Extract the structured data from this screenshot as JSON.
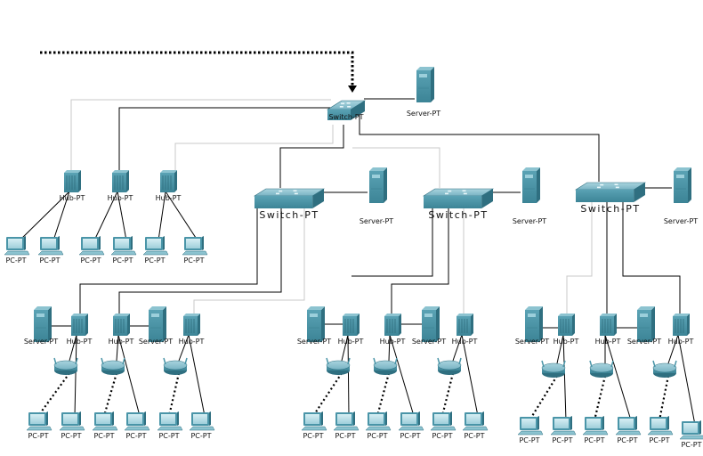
{
  "diagram": {
    "title": "",
    "colors": {
      "device_main": "#4a95a8",
      "device_light": "#8cc3d0",
      "device_dark": "#2f6f80",
      "link_dark": "#000000",
      "link_light": "#c8c8c8"
    },
    "nodes": [
      {
        "id": "sw-core",
        "type": "switch",
        "label": "Switch-PT"
      },
      {
        "id": "srv-core",
        "type": "server",
        "label": "Server-PT"
      },
      {
        "id": "hub-t1",
        "type": "hub",
        "label": "Hub-PT"
      },
      {
        "id": "hub-t2",
        "type": "hub",
        "label": "Hub-PT"
      },
      {
        "id": "hub-t3",
        "type": "hub",
        "label": "Hub-PT"
      },
      {
        "id": "pc-t1",
        "type": "pc",
        "label": "PC-PT"
      },
      {
        "id": "pc-t2",
        "type": "pc",
        "label": "PC-PT"
      },
      {
        "id": "pc-t3",
        "type": "pc",
        "label": "PC-PT"
      },
      {
        "id": "pc-t4",
        "type": "pc",
        "label": "PC-PT"
      },
      {
        "id": "pc-t5",
        "type": "pc",
        "label": "PC-PT"
      },
      {
        "id": "pc-t6",
        "type": "pc",
        "label": "PC-PT"
      },
      {
        "id": "sw-a",
        "type": "switch",
        "label": "Switch-PT"
      },
      {
        "id": "srv-a",
        "type": "server",
        "label": "Server-PT"
      },
      {
        "id": "sw-b",
        "type": "switch",
        "label": "Switch-PT"
      },
      {
        "id": "srv-b",
        "type": "server",
        "label": "Server-PT"
      },
      {
        "id": "sw-c",
        "type": "switch",
        "label": "Switch-PT"
      },
      {
        "id": "srv-c",
        "type": "server",
        "label": "Server-PT"
      },
      {
        "id": "srv-a1",
        "type": "server",
        "label": "Server-PT"
      },
      {
        "id": "hub-a1",
        "type": "hub",
        "label": "Hub-PT"
      },
      {
        "id": "hub-a2",
        "type": "hub",
        "label": "Hub-PT"
      },
      {
        "id": "srv-a2",
        "type": "server",
        "label": "Server-PT"
      },
      {
        "id": "hub-a3",
        "type": "hub",
        "label": "Hub-PT"
      },
      {
        "id": "ap-a1",
        "type": "router",
        "label": ""
      },
      {
        "id": "ap-a2",
        "type": "router",
        "label": ""
      },
      {
        "id": "ap-a3",
        "type": "router",
        "label": ""
      },
      {
        "id": "pc-a1",
        "type": "pc",
        "label": "PC-PT"
      },
      {
        "id": "pc-a2",
        "type": "pc",
        "label": "PC-PT"
      },
      {
        "id": "pc-a3",
        "type": "pc",
        "label": "PC-PT"
      },
      {
        "id": "pc-a4",
        "type": "pc",
        "label": "PC-PT"
      },
      {
        "id": "pc-a5",
        "type": "pc",
        "label": "PC-PT"
      },
      {
        "id": "pc-a6",
        "type": "pc",
        "label": "PC-PT"
      },
      {
        "id": "srv-b1",
        "type": "server",
        "label": "Server-PT"
      },
      {
        "id": "hub-b1",
        "type": "hub",
        "label": "Hub-PT"
      },
      {
        "id": "hub-b2",
        "type": "hub",
        "label": "Hub-PT"
      },
      {
        "id": "srv-b2",
        "type": "server",
        "label": "Server-PT"
      },
      {
        "id": "hub-b3",
        "type": "hub",
        "label": "Hub-PT"
      },
      {
        "id": "ap-b1",
        "type": "router",
        "label": ""
      },
      {
        "id": "ap-b2",
        "type": "router",
        "label": ""
      },
      {
        "id": "ap-b3",
        "type": "router",
        "label": ""
      },
      {
        "id": "pc-b1",
        "type": "pc",
        "label": "PC-PT"
      },
      {
        "id": "pc-b2",
        "type": "pc",
        "label": "PC-PT"
      },
      {
        "id": "pc-b3",
        "type": "pc",
        "label": "PC-PT"
      },
      {
        "id": "pc-b4",
        "type": "pc",
        "label": "PC-PT"
      },
      {
        "id": "pc-b5",
        "type": "pc",
        "label": "PC-PT"
      },
      {
        "id": "pc-b6",
        "type": "pc",
        "label": "PC-PT"
      },
      {
        "id": "srv-c1",
        "type": "server",
        "label": "Server-PT"
      },
      {
        "id": "hub-c1",
        "type": "hub",
        "label": "Hub-PT"
      },
      {
        "id": "hub-c2",
        "type": "hub",
        "label": "Hub-PT"
      },
      {
        "id": "srv-c2",
        "type": "server",
        "label": "Server-PT"
      },
      {
        "id": "hub-c3",
        "type": "hub",
        "label": "Hub-PT"
      },
      {
        "id": "ap-c1",
        "type": "router",
        "label": ""
      },
      {
        "id": "ap-c2",
        "type": "router",
        "label": ""
      },
      {
        "id": "ap-c3",
        "type": "router",
        "label": ""
      },
      {
        "id": "pc-c1",
        "type": "pc",
        "label": "PC-PT"
      },
      {
        "id": "pc-c2",
        "type": "pc",
        "label": "PC-PT"
      },
      {
        "id": "pc-c3",
        "type": "pc",
        "label": "PC-PT"
      },
      {
        "id": "pc-c4",
        "type": "pc",
        "label": "PC-PT"
      },
      {
        "id": "pc-c5",
        "type": "pc",
        "label": "PC-PT"
      },
      {
        "id": "pc-c6",
        "type": "pc",
        "label": "PC-PT"
      }
    ],
    "links": [
      {
        "from": "external",
        "to": "sw-core",
        "style": "dotted-arrow"
      },
      {
        "from": "sw-core",
        "to": "srv-core",
        "style": "solid"
      },
      {
        "from": "sw-core",
        "to": "hub-t1",
        "style": "solid"
      },
      {
        "from": "sw-core",
        "to": "hub-t2",
        "style": "solid"
      },
      {
        "from": "sw-core",
        "to": "hub-t3",
        "style": "solid"
      },
      {
        "from": "sw-core",
        "to": "sw-a",
        "style": "solid"
      },
      {
        "from": "sw-core",
        "to": "sw-b",
        "style": "solid"
      },
      {
        "from": "sw-core",
        "to": "sw-c",
        "style": "solid"
      },
      {
        "from": "hub-t1",
        "to": "pc-t1",
        "style": "solid"
      },
      {
        "from": "hub-t1",
        "to": "pc-t2",
        "style": "solid"
      },
      {
        "from": "hub-t2",
        "to": "pc-t3",
        "style": "solid"
      },
      {
        "from": "hub-t2",
        "to": "pc-t4",
        "style": "solid"
      },
      {
        "from": "hub-t3",
        "to": "pc-t5",
        "style": "solid"
      },
      {
        "from": "hub-t3",
        "to": "pc-t6",
        "style": "solid"
      },
      {
        "from": "sw-a",
        "to": "srv-a",
        "style": "solid"
      },
      {
        "from": "sw-b",
        "to": "srv-b",
        "style": "solid"
      },
      {
        "from": "sw-c",
        "to": "srv-c",
        "style": "solid"
      },
      {
        "from": "sw-a",
        "to": "hub-a1",
        "style": "solid"
      },
      {
        "from": "sw-a",
        "to": "hub-a2",
        "style": "solid"
      },
      {
        "from": "sw-a",
        "to": "hub-a3",
        "style": "solid"
      },
      {
        "from": "sw-b",
        "to": "hub-b1",
        "style": "solid"
      },
      {
        "from": "sw-b",
        "to": "hub-b2",
        "style": "solid"
      },
      {
        "from": "sw-b",
        "to": "hub-b3",
        "style": "solid"
      },
      {
        "from": "sw-c",
        "to": "hub-c1",
        "style": "solid"
      },
      {
        "from": "sw-c",
        "to": "hub-c2",
        "style": "solid"
      },
      {
        "from": "sw-c",
        "to": "hub-c3",
        "style": "solid"
      },
      {
        "from": "srv-a1",
        "to": "hub-a1",
        "style": "solid"
      },
      {
        "from": "hub-a2",
        "to": "srv-a2",
        "style": "solid"
      },
      {
        "from": "srv-b1",
        "to": "hub-b1",
        "style": "solid"
      },
      {
        "from": "hub-b2",
        "to": "srv-b2",
        "style": "solid"
      },
      {
        "from": "srv-c1",
        "to": "hub-c1",
        "style": "solid"
      },
      {
        "from": "hub-c2",
        "to": "srv-c2",
        "style": "solid"
      },
      {
        "from": "hub-a1",
        "to": "ap-a1",
        "style": "solid"
      },
      {
        "from": "hub-a2",
        "to": "ap-a2",
        "style": "solid"
      },
      {
        "from": "hub-a3",
        "to": "ap-a3",
        "style": "solid"
      },
      {
        "from": "hub-b1",
        "to": "ap-b1",
        "style": "solid"
      },
      {
        "from": "hub-b2",
        "to": "ap-b2",
        "style": "solid"
      },
      {
        "from": "hub-b3",
        "to": "ap-b3",
        "style": "solid"
      },
      {
        "from": "hub-c1",
        "to": "ap-c1",
        "style": "solid"
      },
      {
        "from": "hub-c2",
        "to": "ap-c2",
        "style": "solid"
      },
      {
        "from": "hub-c3",
        "to": "ap-c3",
        "style": "solid"
      },
      {
        "from": "ap-a1",
        "to": "pc-a1",
        "style": "wireless"
      },
      {
        "from": "ap-a2",
        "to": "pc-a3",
        "style": "wireless"
      },
      {
        "from": "ap-a3",
        "to": "pc-a5",
        "style": "wireless"
      },
      {
        "from": "ap-b1",
        "to": "pc-b1",
        "style": "wireless"
      },
      {
        "from": "ap-b2",
        "to": "pc-b3",
        "style": "wireless"
      },
      {
        "from": "ap-b3",
        "to": "pc-b5",
        "style": "wireless"
      },
      {
        "from": "ap-c1",
        "to": "pc-c1",
        "style": "wireless"
      },
      {
        "from": "ap-c2",
        "to": "pc-c3",
        "style": "wireless"
      },
      {
        "from": "ap-c3",
        "to": "pc-c5",
        "style": "wireless"
      },
      {
        "from": "hub-a1",
        "to": "pc-a2",
        "style": "solid"
      },
      {
        "from": "hub-a2",
        "to": "pc-a4",
        "style": "solid"
      },
      {
        "from": "hub-a3",
        "to": "pc-a6",
        "style": "solid"
      },
      {
        "from": "hub-b1",
        "to": "pc-b2",
        "style": "solid"
      },
      {
        "from": "hub-b2",
        "to": "pc-b4",
        "style": "solid"
      },
      {
        "from": "hub-b3",
        "to": "pc-b6",
        "style": "solid"
      },
      {
        "from": "hub-c1",
        "to": "pc-c2",
        "style": "solid"
      },
      {
        "from": "hub-c2",
        "to": "pc-c4",
        "style": "solid"
      },
      {
        "from": "hub-c3",
        "to": "pc-c6",
        "style": "solid"
      }
    ]
  }
}
